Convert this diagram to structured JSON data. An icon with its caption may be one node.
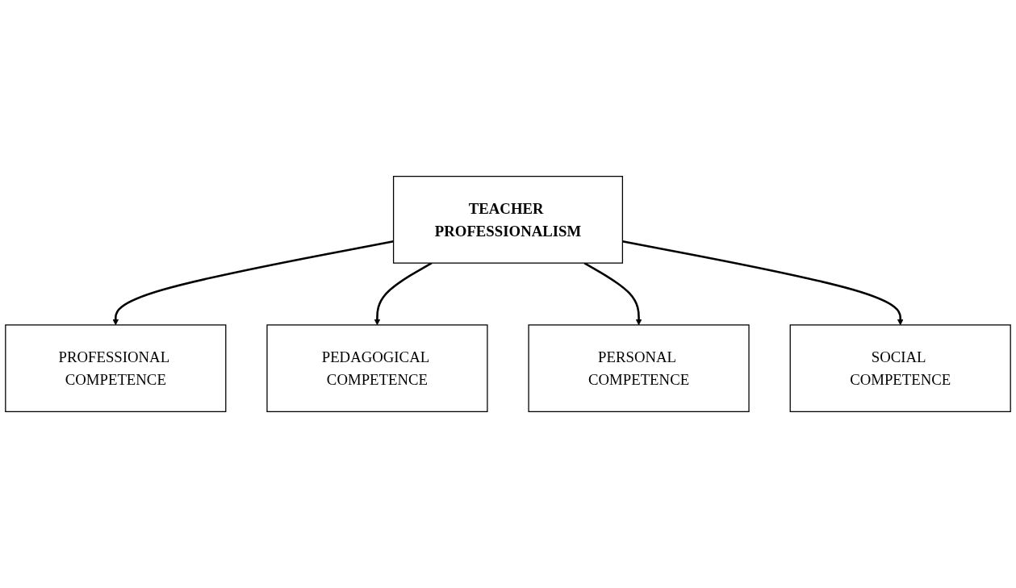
{
  "diagram": {
    "nodes": [
      {
        "text": [
          "PROFESSIONAL COMPETENCE"
        ]
      },
      {
        "text": [
          "PEDAGOGICAL COMPETENCE"
        ]
      },
      {
        "text": [
          "TEACHER PROFESSIONALISM"
        ]
      },
      {
        "text": [
          "PERSONAL COMPETENCE"
        ]
      },
      {
        "text": [
          "SOCIAL COMPETENCE"
        ]
      }
    ],
    "edges": [
      {
        "from": 2,
        "to": 0,
        "arrow": "to"
      },
      {
        "from": 2,
        "to": 1,
        "arrow": "to"
      },
      {
        "from": 2,
        "to": 3,
        "arrow": "to"
      },
      {
        "from": 2,
        "to": 4,
        "arrow": "to"
      }
    ]
  }
}
